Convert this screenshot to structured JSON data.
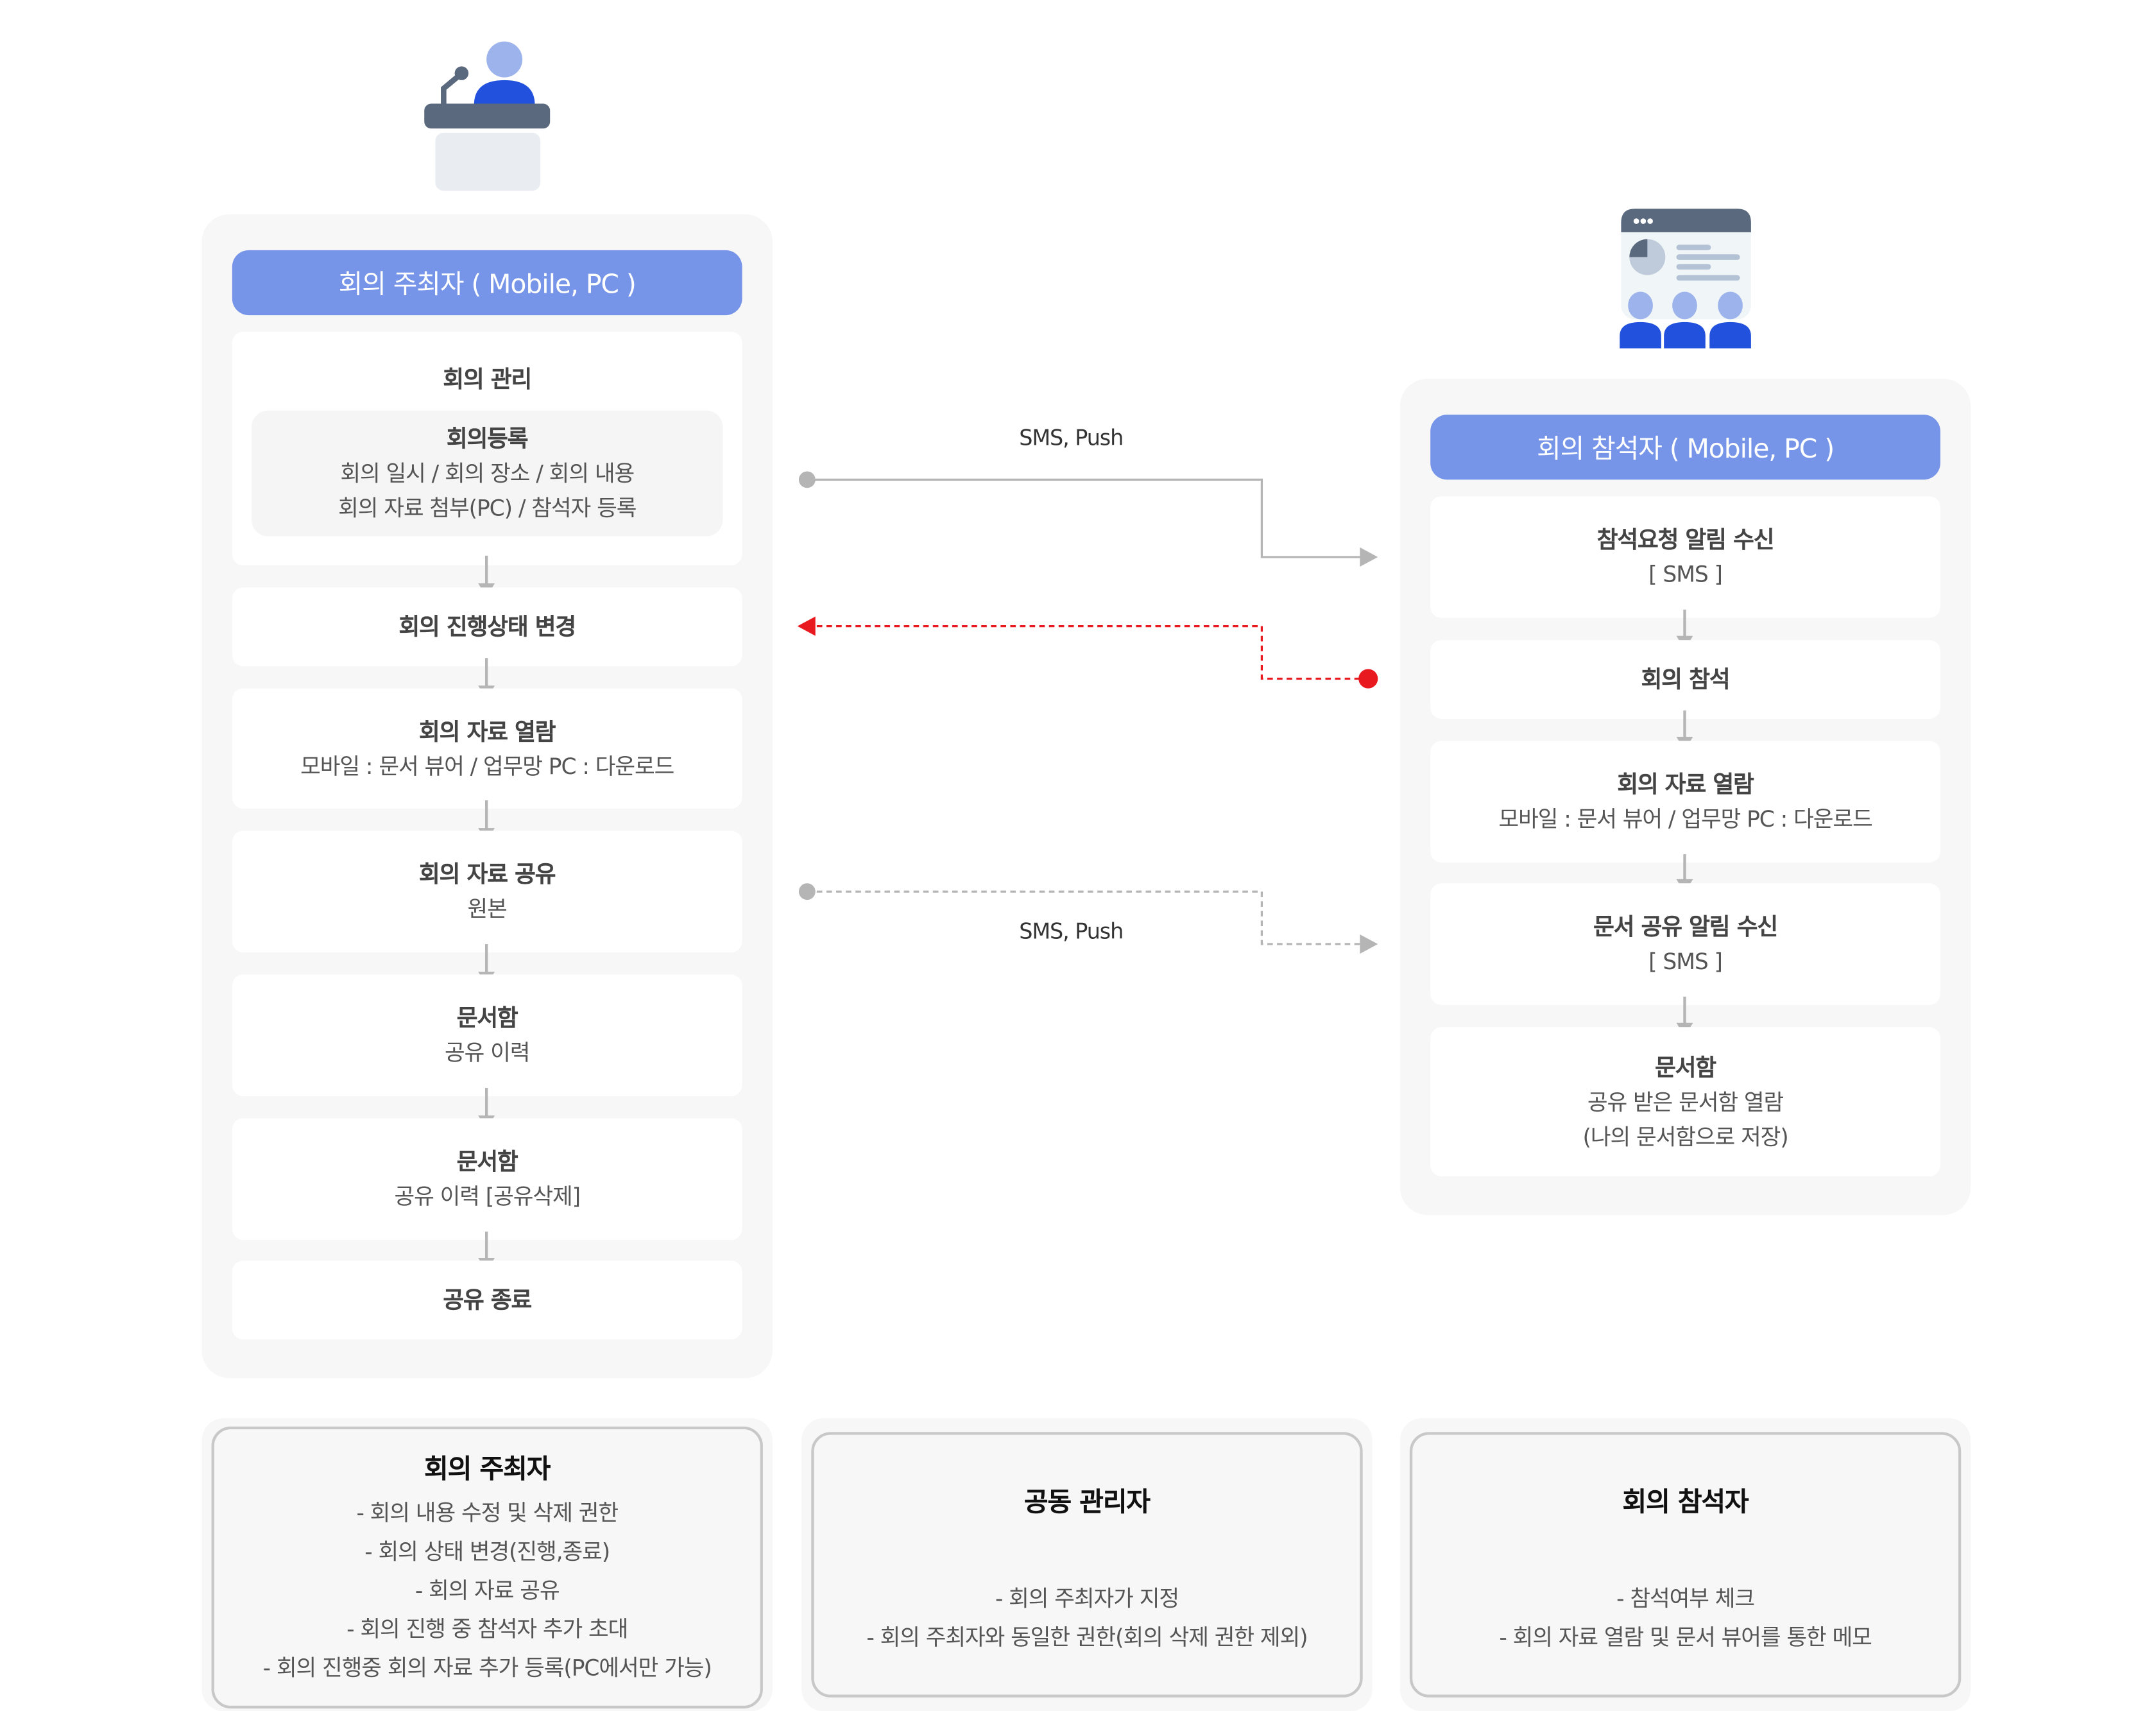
{
  "host": {
    "header": "회의 주최자 ( Mobile, PC )",
    "steps": [
      {
        "title": "회의 관리",
        "sub_title": "회의등록",
        "lines": [
          "회의 일시 / 회의 장소 / 회의 내용",
          "회의 자료 첨부(PC) / 참석자 등록"
        ]
      },
      {
        "title": "회의 진행상태 변경"
      },
      {
        "title": "회의 자료 열람",
        "lines": [
          "모바일 : 문서 뷰어 / 업무망 PC : 다운로드"
        ]
      },
      {
        "title": "회의 자료 공유",
        "lines": [
          "원본"
        ]
      },
      {
        "title": "문서함",
        "lines": [
          "공유 이력"
        ]
      },
      {
        "title": "문서함",
        "lines": [
          "공유 이력 [공유삭제]"
        ]
      },
      {
        "title": "공유 종료"
      }
    ]
  },
  "attendee": {
    "header": "회의 참석자 ( Mobile, PC )",
    "steps": [
      {
        "title": "참석요청 알림 수신",
        "lines": [
          "[ SMS ]"
        ]
      },
      {
        "title": "회의 참석"
      },
      {
        "title": "회의 자료 열람",
        "lines": [
          "모바일 : 문서 뷰어 / 업무망 PC : 다운로드"
        ]
      },
      {
        "title": "문서 공유 알림 수신",
        "lines": [
          "[ SMS ]"
        ]
      },
      {
        "title": "문서함",
        "lines": [
          "공유 받은 문서함 열람",
          "(나의 문서함으로 저장)"
        ]
      }
    ]
  },
  "connectors": {
    "invite_label": "SMS, Push",
    "share_label": "SMS, Push",
    "colors": {
      "solid": "#b5b5b5",
      "feedback": "#e8191f"
    }
  },
  "roles": [
    {
      "title": "회의 주최자",
      "lines": [
        "- 회의 내용 수정 및 삭제 권한",
        "-  회의 상태 변경(진행,종료)",
        "- 회의 자료 공유",
        "- 회의 진행 중 참석자 추가 초대",
        "- 회의 진행중 회의 자료 추가 등록(PC에서만 가능)"
      ]
    },
    {
      "title": "공동 관리자",
      "lines": [
        "- 회의 주최자가 지정",
        "- 회의 주최자와 동일한 권한(회의 삭제 권한 제외)"
      ]
    },
    {
      "title": "회의 참석자",
      "lines": [
        "- 참석여부 체크",
        "- 회의 자료 열람 및 문서 뷰어를 통한 메모"
      ]
    }
  ],
  "colors": {
    "accent": "#7694e8",
    "panel": "#f7f7f7",
    "icon_blue": "#2251dd",
    "icon_light": "#9db3ec",
    "icon_dark": "#5a697d"
  }
}
